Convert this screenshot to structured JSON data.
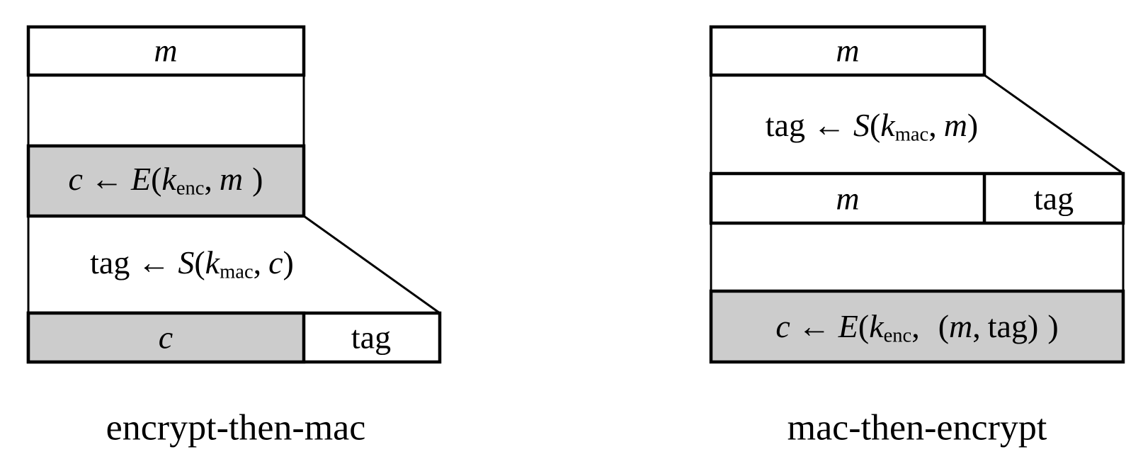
{
  "colors": {
    "box_fill": "#cccccc",
    "line": "#000000"
  },
  "left_diagram": {
    "caption": "encrypt-then-mac",
    "message_label": "m",
    "encrypt_formula": {
      "lhs": "c",
      "arrow": "←",
      "fn": "E",
      "open": "(",
      "key": "k",
      "sub": "enc",
      "comma": ",",
      "arg": "m",
      "close": ")"
    },
    "tag_formula": {
      "lhs": "tag",
      "arrow": "←",
      "fn": "S",
      "open": "(",
      "key": "k",
      "sub": "mac",
      "comma": ",",
      "arg": "c",
      "close": ")"
    },
    "output_cipher_label": "c",
    "output_tag_label": "tag"
  },
  "right_diagram": {
    "caption": "mac-then-encrypt",
    "message_label": "m",
    "tag_formula": {
      "lhs": "tag",
      "arrow": "←",
      "fn": "S",
      "open": "(",
      "key": "k",
      "sub": "mac",
      "comma": ",",
      "arg": "m",
      "close": ")"
    },
    "concat_message_label": "m",
    "concat_tag_label": "tag",
    "encrypt_formula": {
      "lhs": "c",
      "arrow": "←",
      "fn": "E",
      "open": "(",
      "key": "k",
      "sub": "enc",
      "comma": ",",
      "pair_open": "(",
      "pair_m": "m",
      "pair_comma": ",",
      "pair_tag": "tag",
      "pair_close": ")",
      "close": ")"
    }
  }
}
